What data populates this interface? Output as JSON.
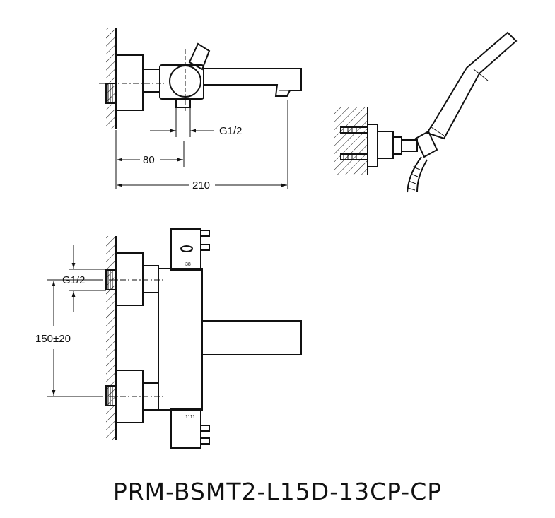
{
  "drawing": {
    "model_code": "PRM-BSMT2-L15D-13CP-CP",
    "dimensions": {
      "side_thread": "G1/2",
      "side_center_offset": "80",
      "side_total_length": "210",
      "front_thread": "G1/2",
      "front_center_distance": "150±20"
    },
    "scale_marks": {
      "top": "38",
      "bottom": "1111"
    }
  }
}
